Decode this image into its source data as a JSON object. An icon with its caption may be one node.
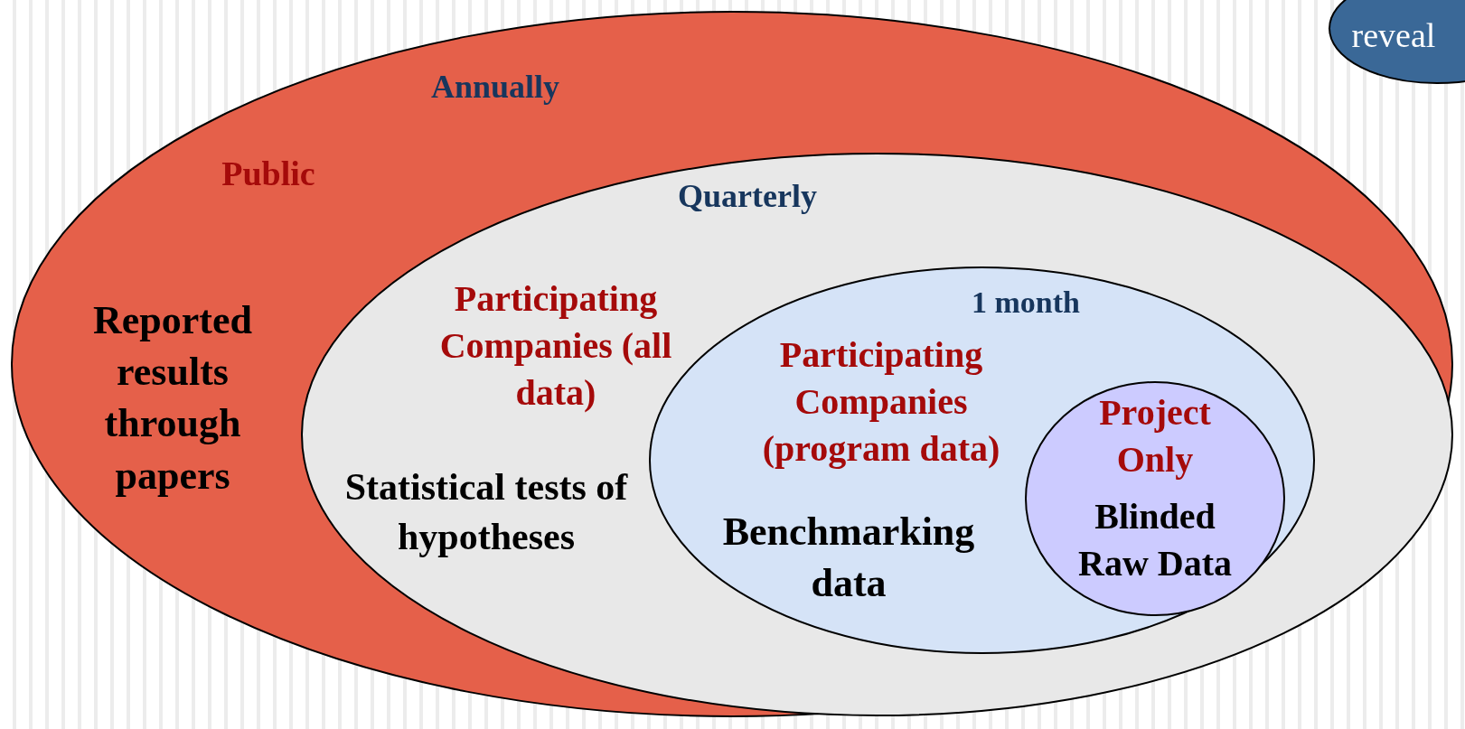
{
  "diagram": {
    "nodes": [
      {
        "text": [
          "Annually",
          "Public",
          "Reported results through papers"
        ]
      },
      {
        "text": [
          "Quarterly",
          "Participating Companies (all data)",
          "Statistical tests of hypotheses"
        ],
        "in": 0
      },
      {
        "text": [
          "1 month",
          "Participating Companies (program data)",
          "Benchmarking data"
        ],
        "in": 1
      },
      {
        "text": [
          "Project Only",
          "Blinded Raw Data"
        ],
        "in": 2
      },
      {
        "text": [
          "reveal"
        ]
      }
    ]
  }
}
